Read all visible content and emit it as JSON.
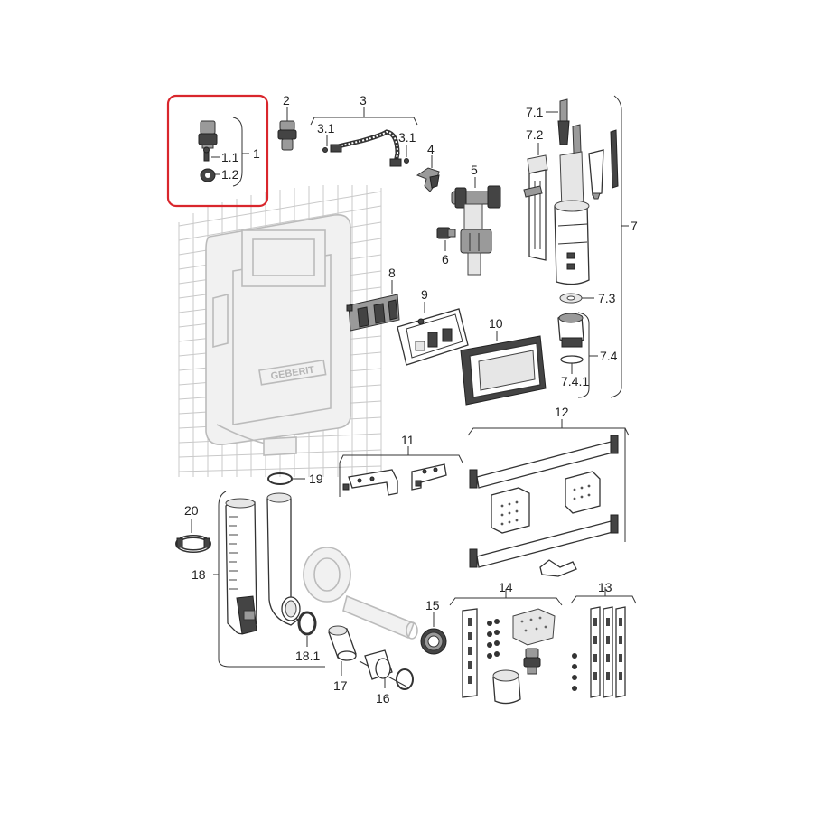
{
  "highlight_color": "#d9262c",
  "brand_text": "GEBERIT",
  "labels": {
    "p1": "1",
    "p1_1": "1.1",
    "p1_2": "1.2",
    "p2": "2",
    "p3": "3",
    "p3_1a": "3.1",
    "p3_1b": "3.1",
    "p4": "4",
    "p5": "5",
    "p6": "6",
    "p7": "7",
    "p7_1": "7.1",
    "p7_2": "7.2",
    "p7_3": "7.3",
    "p7_4": "7.4",
    "p7_4_1": "7.4.1",
    "p8": "8",
    "p9": "9",
    "p10": "10",
    "p11": "11",
    "p12": "12",
    "p13": "13",
    "p14": "14",
    "p15": "15",
    "p16": "16",
    "p17": "17",
    "p18": "18",
    "p18_1": "18.1",
    "p19": "19",
    "p20": "20"
  }
}
